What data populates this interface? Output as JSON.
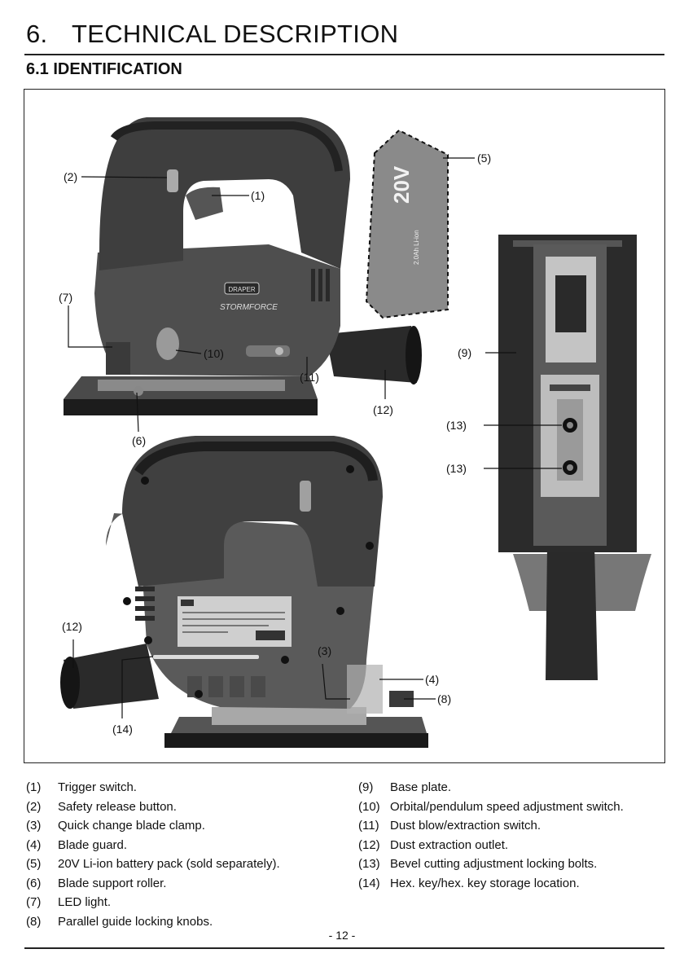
{
  "header": {
    "section_number": "6.",
    "section_title": "TECHNICAL DESCRIPTION",
    "subsection": "6.1 IDENTIFICATION"
  },
  "figure": {
    "callouts": {
      "c1": "(1)",
      "c2": "(2)",
      "c3": "(3)",
      "c4": "(4)",
      "c5": "(5)",
      "c6": "(6)",
      "c7": "(7)",
      "c8": "(8)",
      "c9": "(9)",
      "c10": "(10)",
      "c11": "(11)",
      "c12a": "(12)",
      "c12b": "(12)",
      "c13a": "(13)",
      "c13b": "(13)",
      "c14": "(14)"
    },
    "label_text": {
      "brand": "DRAPER",
      "product": "STORMFORCE",
      "voltage": "20V",
      "capacity": "2.0Ah Li-ion"
    }
  },
  "legend": {
    "left": [
      {
        "num": "(1)",
        "text": "Trigger switch."
      },
      {
        "num": "(2)",
        "text": "Safety release button."
      },
      {
        "num": "(3)",
        "text": "Quick change blade clamp."
      },
      {
        "num": "(4)",
        "text": "Blade guard."
      },
      {
        "num": "(5)",
        "text": "20V Li-ion battery pack (sold separately)."
      },
      {
        "num": "(6)",
        "text": "Blade support roller."
      },
      {
        "num": "(7)",
        "text": "LED light."
      },
      {
        "num": "(8)",
        "text": "Parallel guide locking knobs."
      }
    ],
    "right": [
      {
        "num": "(9)",
        "text": "Base plate."
      },
      {
        "num": "(10)",
        "text": "Orbital/pendulum speed adjustment switch."
      },
      {
        "num": "(11)",
        "text": "Dust blow/extraction switch."
      },
      {
        "num": "(12)",
        "text": "Dust extraction outlet."
      },
      {
        "num": "(13)",
        "text": "Bevel cutting adjustment locking bolts."
      },
      {
        "num": "(14)",
        "text": "Hex. key/hex. key storage location."
      }
    ]
  },
  "footer": {
    "page": "- 12 -"
  }
}
